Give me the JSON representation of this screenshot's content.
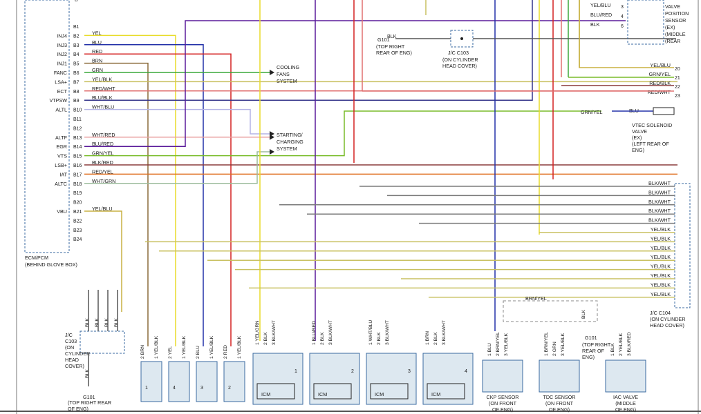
{
  "ecm": {
    "pins": [
      {
        "pin": "B1",
        "signal": "",
        "wire": ""
      },
      {
        "pin": "B2",
        "signal": "INJ4",
        "wire": "YEL"
      },
      {
        "pin": "B3",
        "signal": "INJ3",
        "wire": "BLU"
      },
      {
        "pin": "B4",
        "signal": "INJ2",
        "wire": "RED"
      },
      {
        "pin": "B5",
        "signal": "INJ1",
        "wire": "BRN"
      },
      {
        "pin": "B6",
        "signal": "FANC",
        "wire": "GRN"
      },
      {
        "pin": "B7",
        "signal": "LSA+",
        "wire": "YEL/BLK"
      },
      {
        "pin": "B8",
        "signal": "ECT",
        "wire": "RED/WHT"
      },
      {
        "pin": "B9",
        "signal": "VTPSW",
        "wire": "BLU/BLK"
      },
      {
        "pin": "B10",
        "signal": "ALTL",
        "wire": "WHT/BLU"
      },
      {
        "pin": "B11",
        "signal": "",
        "wire": ""
      },
      {
        "pin": "B12",
        "signal": "",
        "wire": ""
      },
      {
        "pin": "B13",
        "signal": "ALTF",
        "wire": "WHT/RED"
      },
      {
        "pin": "B14",
        "signal": "EGR",
        "wire": "BLU/RED"
      },
      {
        "pin": "B15",
        "signal": "VTS",
        "wire": "GRN/YEL"
      },
      {
        "pin": "B16",
        "signal": "LSB+",
        "wire": "BLK/RED"
      },
      {
        "pin": "B17",
        "signal": "IAT",
        "wire": "RED/YEL"
      },
      {
        "pin": "B18",
        "signal": "ALTC",
        "wire": "WHT/GRN"
      },
      {
        "pin": "B19",
        "signal": "",
        "wire": ""
      },
      {
        "pin": "B20",
        "signal": "",
        "wire": ""
      },
      {
        "pin": "B21",
        "signal": "VBU",
        "wire": "YEL/BLU"
      },
      {
        "pin": "B22",
        "signal": "",
        "wire": ""
      },
      {
        "pin": "B23",
        "signal": "",
        "wire": ""
      },
      {
        "pin": "B24",
        "signal": "",
        "wire": ""
      }
    ],
    "top_pin": "B",
    "caption_line1": "ECM/PCM",
    "caption_line2": "(BEHIND GLOVE BOX)"
  },
  "notes": {
    "cooling": [
      "COOLING",
      "FANS",
      "SYSTEM"
    ],
    "charging": [
      "STARTING/",
      "CHARGING",
      "SYSTEM"
    ],
    "g101_top": {
      "wire": "BLK",
      "name": "G101",
      "loc": [
        "(TOP RIGHT",
        "REAR OF ENG)"
      ]
    },
    "jc103_top": {
      "name": "J/C C103",
      "loc": [
        "(ON CYLINDER",
        "HEAD COVER)"
      ]
    },
    "valve_sensor": [
      "VALVE",
      "POSITION",
      "SENSOR",
      "(EX)",
      "(MIDDLE",
      "(REAR"
    ],
    "valve_wires": [
      {
        "pin": "3",
        "wire": "YEL/BLU"
      },
      {
        "pin": "4",
        "wire": "BLU/RED"
      },
      {
        "pin": "6",
        "wire": "BLK"
      }
    ],
    "vtec": {
      "wire_in": "GRN/YEL",
      "wire_out": "BLU",
      "name": [
        "VTEC SOLENOID",
        "VALVE",
        "(EX)",
        "(LEFT REAR OF",
        "ENG)"
      ]
    },
    "right_wires": [
      {
        "wire": "YEL/BLU",
        "num": "20"
      },
      {
        "wire": "GRN/YEL",
        "num": "21"
      },
      {
        "wire": "RED/BLK",
        "num": "22"
      },
      {
        "wire": "RED/WHT",
        "num": "23"
      }
    ],
    "jc104_wires": [
      "BLK/WHT",
      "BLK/WHT",
      "BLK/WHT",
      "BLK/WHT",
      "BLK/WHT",
      "YEL/BLK",
      "YEL/BLK",
      "YEL/BLK",
      "YEL/BLK",
      "YEL/BLK",
      "YEL/BLK",
      "YEL/BLK",
      "YEL/BLK"
    ],
    "jc104_label": [
      "J/C C104",
      "(ON CYLINDER",
      "HEAD COVER)"
    ],
    "jc103_bottom": {
      "name": [
        "J/C",
        "C103",
        "(ON",
        "CYLINDER",
        "HEAD",
        "COVER)"
      ],
      "wire": "BLK",
      "pins": [
        "BLK",
        "BLK",
        "BLK",
        "BLK"
      ]
    },
    "g101_bottom": {
      "name": "G101",
      "loc": [
        "(TOP RIGHT REAR",
        "OF ENG)"
      ]
    },
    "injector_wires": [
      {
        "a": "BRN",
        "b": "YEL/BLK",
        "num": "1"
      },
      {
        "a": "YEL",
        "b": "YEL/BLK",
        "num": "4"
      },
      {
        "a": "BLU",
        "b": "YEL/BLK",
        "num": "3"
      },
      {
        "a": "RED",
        "b": "YEL/BLK",
        "num": "2"
      }
    ],
    "coils": [
      {
        "w1": "YEL/GRN",
        "w2": "BLK",
        "w3": "BLK/WHT",
        "num": "1",
        "icm": "ICM"
      },
      {
        "w1": "BLU/RED",
        "w2": "BLK",
        "w3": "BLK/WHT",
        "num": "2",
        "icm": "ICM"
      },
      {
        "w1": "WHT/BLU",
        "w2": "BLK",
        "w3": "BLK/WHT",
        "num": "3",
        "icm": "ICM"
      },
      {
        "w1": "BRN",
        "w2": "BLK",
        "w3": "BLK/WHT",
        "num": "4",
        "icm": "ICM"
      }
    ],
    "ckp": {
      "wires": [
        "BLU",
        "BRN/YEL",
        "YEL/BLK"
      ],
      "name": [
        "CKP SENSOR",
        "(ON FRONT",
        "OF ENG)"
      ]
    },
    "tdc": {
      "wires": [
        "BRN/YEL",
        "GRN",
        "YEL/BLK"
      ],
      "name": [
        "TDC SENSOR",
        "(ON FRONT",
        "OF ENG)"
      ]
    },
    "iac": {
      "wires": [
        "BLK",
        "YEL/BLK",
        "BLK/RED"
      ],
      "name": [
        "IAC VALVE",
        "(MIDDLE",
        "OF ENG)"
      ]
    },
    "shield": {
      "wire": "BRN/YEL",
      "g_wire": "BLK",
      "g_name": "G101",
      "g_loc": [
        "(TOP RIGHT",
        "REAR OF",
        "ENG)"
      ]
    }
  },
  "colors": {
    "YEL": "#e8dc2a",
    "BLU": "#2230a8",
    "RED": "#d42020",
    "BRN": "#8a6a3a",
    "GRN": "#3aa83a",
    "YEL/BLK": "#c8c060",
    "RED/WHT": "#e07070",
    "BLU/BLK": "#34348a",
    "WHT/BLU": "#b4b4e6",
    "WHT/RED": "#e8a0a0",
    "BLU/RED": "#5a1a9a",
    "GRN/YEL": "#78bc28",
    "BLK/RED": "#8a3a3a",
    "RED/YEL": "#e07020",
    "WHT/GRN": "#9cbc9c",
    "YEL/BLU": "#c8b040",
    "BLK": "#555555",
    "BLK/WHT": "#7a7a7a",
    "YEL/GRN": "#b8c030"
  }
}
